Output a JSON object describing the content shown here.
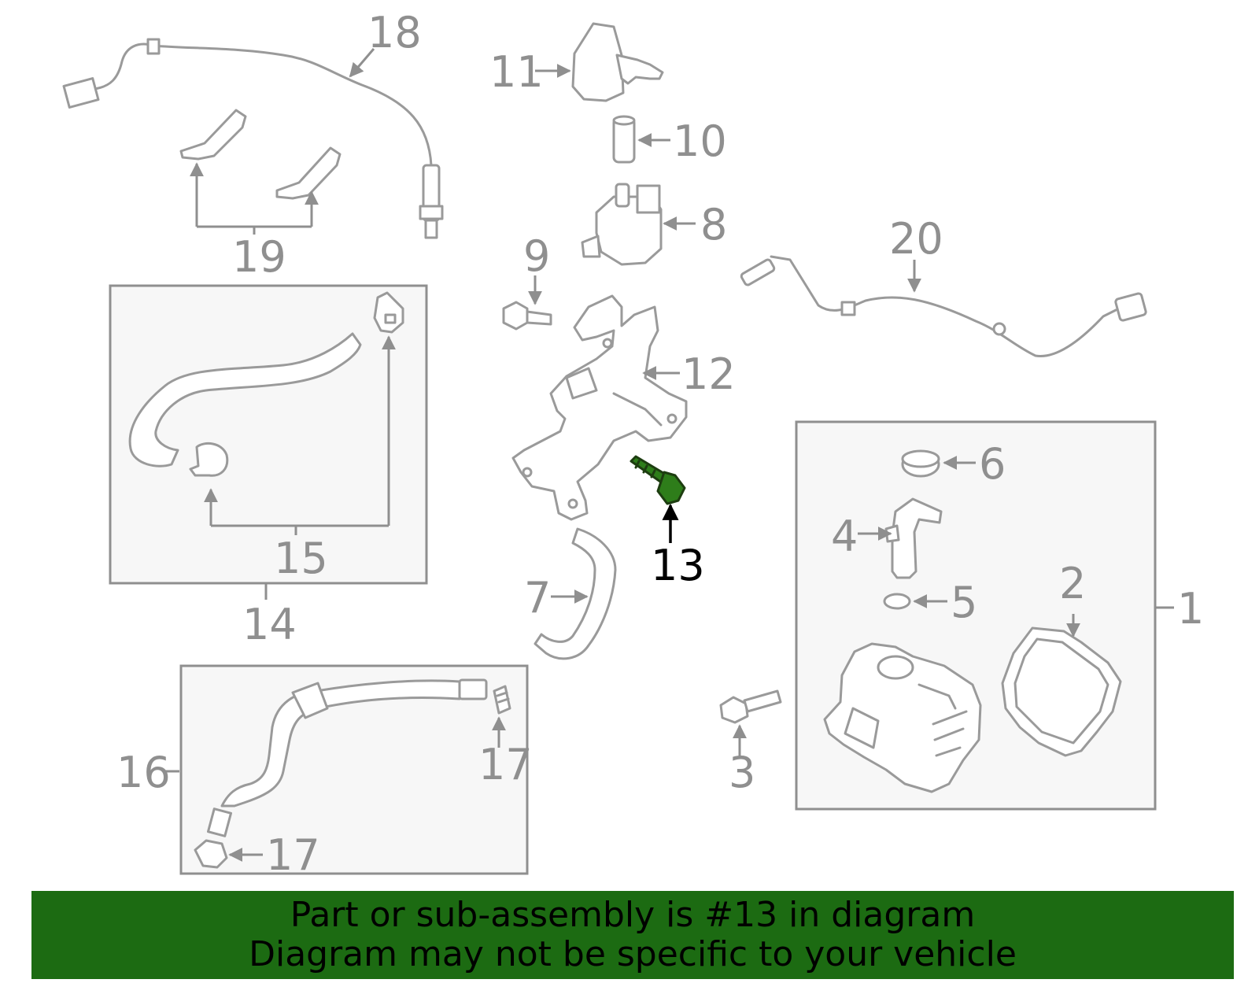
{
  "callouts": {
    "n1": "1",
    "n2": "2",
    "n3": "3",
    "n4": "4",
    "n5": "5",
    "n6": "6",
    "n7": "7",
    "n8": "8",
    "n9": "9",
    "n10": "10",
    "n11": "11",
    "n12": "12",
    "n13": "13",
    "n14": "14",
    "n15": "15",
    "n16": "16",
    "n17a": "17",
    "n17b": "17",
    "n18": "18",
    "n19": "19",
    "n20": "20"
  },
  "highlighted_part": "13",
  "colors": {
    "highlight": "#2e7d1a",
    "banner": "#1c6b12",
    "line": "#8f8f8f"
  },
  "banner": {
    "line1": "Part or sub-assembly is #13 in diagram",
    "line2": "Diagram may not be specific to your vehicle"
  }
}
